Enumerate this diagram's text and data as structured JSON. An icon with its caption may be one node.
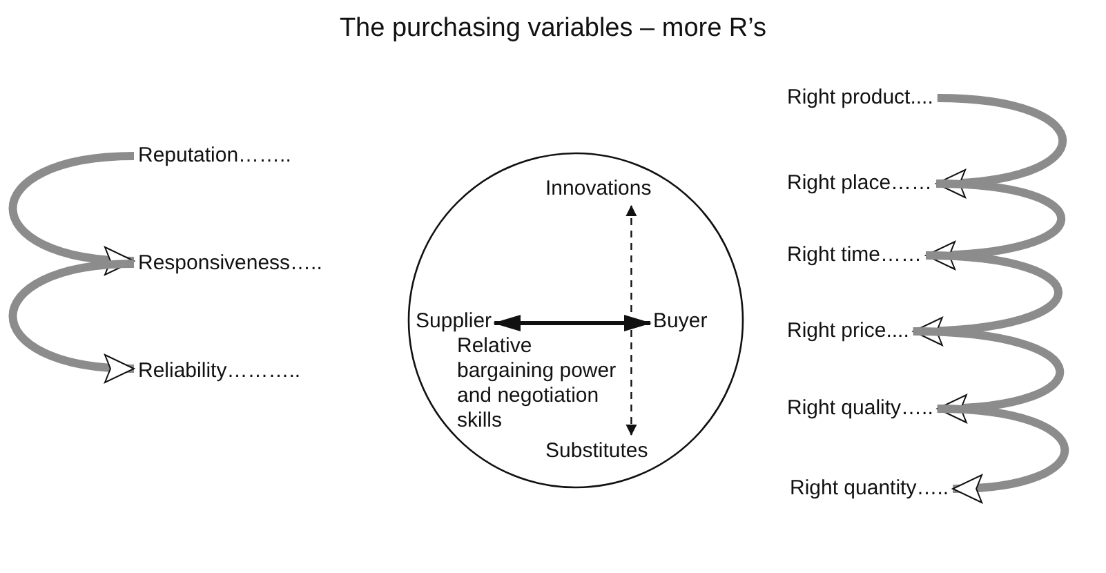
{
  "diagram": {
    "title": "The purchasing variables – more R’s",
    "nodes": [
      {
        "text": [
          "Reputation…….."
        ]
      },
      {
        "text": [
          "Responsiveness….."
        ]
      },
      {
        "text": [
          "Reliability……….."
        ]
      },
      {
        "text": [],
        "shape": "circle"
      },
      {
        "text": [
          "Innovations"
        ],
        "in": 3
      },
      {
        "text": [
          "Supplier"
        ],
        "in": 3
      },
      {
        "text": [
          "Buyer"
        ],
        "in": 3
      },
      {
        "text": [
          "Relative bargaining power and negotiation skills"
        ],
        "in": 3
      },
      {
        "text": [
          "Substitutes"
        ],
        "in": 3
      },
      {
        "text": [
          "Right product...."
        ]
      },
      {
        "text": [
          "Right place……"
        ]
      },
      {
        "text": [
          "Right time……"
        ]
      },
      {
        "text": [
          "Right price...."
        ]
      },
      {
        "text": [
          "Right quality….."
        ]
      },
      {
        "text": [
          "Right quantity….."
        ]
      }
    ],
    "edges": [
      {
        "from": 0,
        "to": 1,
        "arrow": "to"
      },
      {
        "from": 1,
        "to": 2,
        "arrow": "to"
      },
      {
        "from": 5,
        "to": 6,
        "arrow": "both",
        "color": "#111111"
      },
      {
        "from": 4,
        "to": 8,
        "arrow": "both",
        "style": "dashed",
        "color": "#111111"
      },
      {
        "from": 9,
        "to": 10,
        "arrow": "to"
      },
      {
        "from": 10,
        "to": 11,
        "arrow": "to"
      },
      {
        "from": 11,
        "to": 12,
        "arrow": "to"
      },
      {
        "from": 12,
        "to": 13,
        "arrow": "to"
      },
      {
        "from": 13,
        "to": 14,
        "arrow": "to"
      }
    ]
  }
}
